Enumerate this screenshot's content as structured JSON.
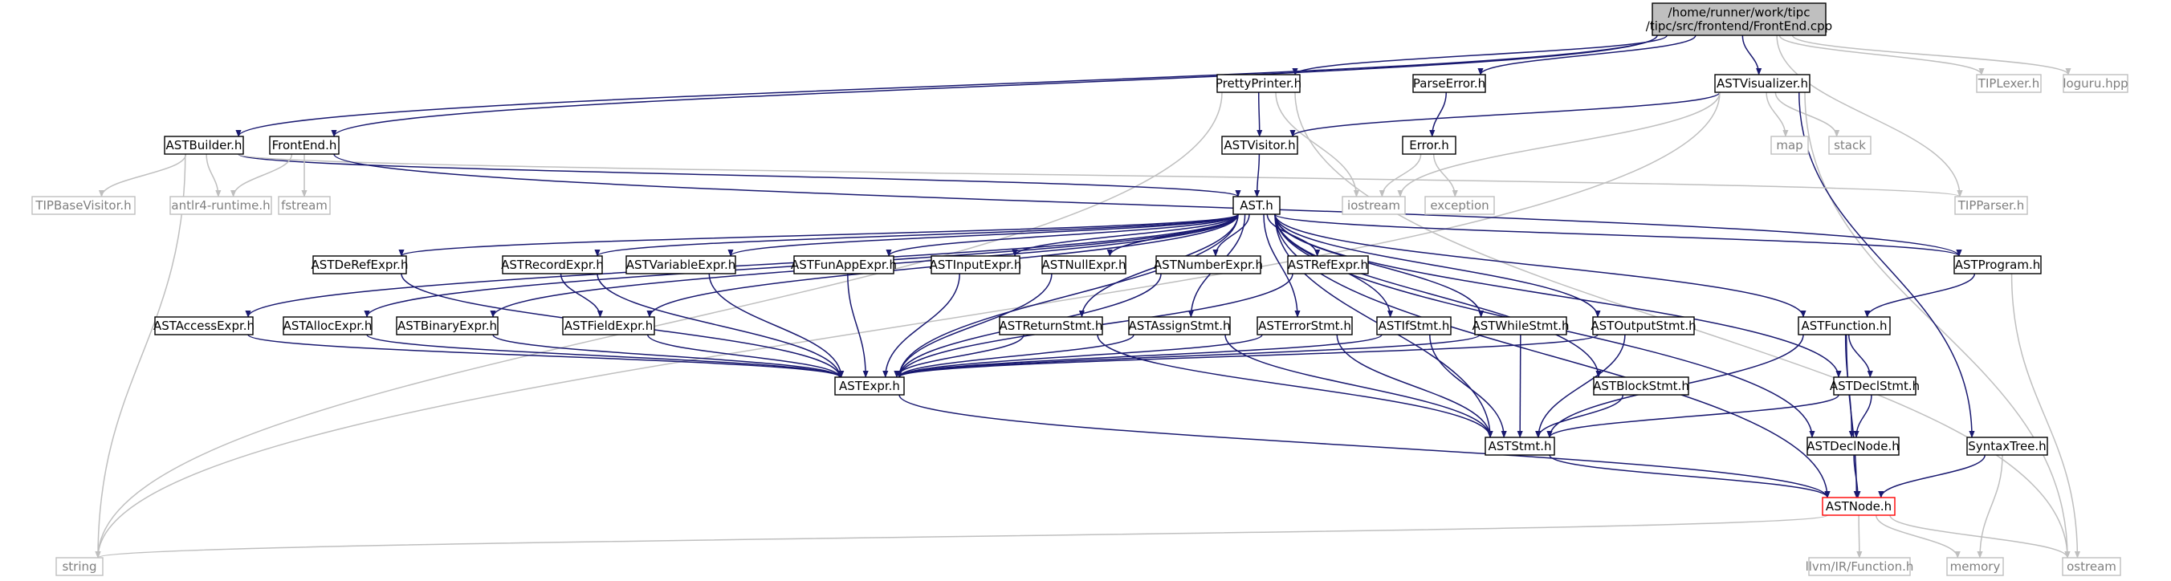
{
  "diagram_data": {
    "type": "include-dependency-graph",
    "colors": {
      "root_fill": "#bfbfbf",
      "node_border": "#000000",
      "external_border": "#bfbfbf",
      "external_text": "#7f7f7f",
      "incomplete_border": "#ff0000",
      "edge": "#191970",
      "external_edge": "#bfbfbf"
    },
    "nodes": [
      {
        "id": "frontend_cpp",
        "label_lines": [
          "/home/runner/work/tipc",
          "/tipc/src/frontend/FrontEnd.cpp"
        ],
        "style": "root"
      },
      {
        "id": "prettyprinter_h",
        "label_lines": [
          "PrettyPrinter.h"
        ],
        "style": "normal"
      },
      {
        "id": "parseerror_h",
        "label_lines": [
          "ParseError.h"
        ],
        "style": "normal"
      },
      {
        "id": "astvisualizer_h",
        "label_lines": [
          "ASTVisualizer.h"
        ],
        "style": "normal"
      },
      {
        "id": "tiplexer_h",
        "label_lines": [
          "TIPLexer.h"
        ],
        "style": "external"
      },
      {
        "id": "loguru_hpp",
        "label_lines": [
          "loguru.hpp"
        ],
        "style": "external"
      },
      {
        "id": "astbuilder_h",
        "label_lines": [
          "ASTBuilder.h"
        ],
        "style": "normal"
      },
      {
        "id": "frontend_h",
        "label_lines": [
          "FrontEnd.h"
        ],
        "style": "normal"
      },
      {
        "id": "astvisitor_h",
        "label_lines": [
          "ASTVisitor.h"
        ],
        "style": "normal"
      },
      {
        "id": "error_h",
        "label_lines": [
          "Error.h"
        ],
        "style": "normal"
      },
      {
        "id": "map",
        "label_lines": [
          "map"
        ],
        "style": "external"
      },
      {
        "id": "stack",
        "label_lines": [
          "stack"
        ],
        "style": "external"
      },
      {
        "id": "tipbasevisitor_h",
        "label_lines": [
          "TIPBaseVisitor.h"
        ],
        "style": "external"
      },
      {
        "id": "antlr4_runtime_h",
        "label_lines": [
          "antlr4-runtime.h"
        ],
        "style": "external"
      },
      {
        "id": "fstream",
        "label_lines": [
          "fstream"
        ],
        "style": "external"
      },
      {
        "id": "iostream",
        "label_lines": [
          "iostream"
        ],
        "style": "external"
      },
      {
        "id": "exception",
        "label_lines": [
          "exception"
        ],
        "style": "external"
      },
      {
        "id": "tipparser_h",
        "label_lines": [
          "TIPParser.h"
        ],
        "style": "external"
      },
      {
        "id": "ast_h",
        "label_lines": [
          "AST.h"
        ],
        "style": "normal"
      },
      {
        "id": "astdereferexpr_h",
        "label_lines": [
          "ASTDeRefExpr.h"
        ],
        "style": "normal"
      },
      {
        "id": "astrecordexpr_h",
        "label_lines": [
          "ASTRecordExpr.h"
        ],
        "style": "normal"
      },
      {
        "id": "astvariableexpr_h",
        "label_lines": [
          "ASTVariableExpr.h"
        ],
        "style": "normal"
      },
      {
        "id": "astfunappexpr_h",
        "label_lines": [
          "ASTFunAppExpr.h"
        ],
        "style": "normal"
      },
      {
        "id": "astinputexpr_h",
        "label_lines": [
          "ASTInputExpr.h"
        ],
        "style": "normal"
      },
      {
        "id": "astnullexpr_h",
        "label_lines": [
          "ASTNullExpr.h"
        ],
        "style": "normal"
      },
      {
        "id": "astnumberexpr_h",
        "label_lines": [
          "ASTNumberExpr.h"
        ],
        "style": "normal"
      },
      {
        "id": "astrefexpr_h",
        "label_lines": [
          "ASTRefExpr.h"
        ],
        "style": "normal"
      },
      {
        "id": "astprogram_h",
        "label_lines": [
          "ASTProgram.h"
        ],
        "style": "normal"
      },
      {
        "id": "astaccessexpr_h",
        "label_lines": [
          "ASTAccessExpr.h"
        ],
        "style": "normal"
      },
      {
        "id": "astallocexpr_h",
        "label_lines": [
          "ASTAllocExpr.h"
        ],
        "style": "normal"
      },
      {
        "id": "astbinaryexpr_h",
        "label_lines": [
          "ASTBinaryExpr.h"
        ],
        "style": "normal"
      },
      {
        "id": "astfieldexpr_h",
        "label_lines": [
          "ASTFieldExpr.h"
        ],
        "style": "normal"
      },
      {
        "id": "astreturnstmt_h",
        "label_lines": [
          "ASTReturnStmt.h"
        ],
        "style": "normal"
      },
      {
        "id": "astassignstmt_h",
        "label_lines": [
          "ASTAssignStmt.h"
        ],
        "style": "normal"
      },
      {
        "id": "asterrorstmt_h",
        "label_lines": [
          "ASTErrorStmt.h"
        ],
        "style": "normal"
      },
      {
        "id": "astifstmt_h",
        "label_lines": [
          "ASTIfStmt.h"
        ],
        "style": "normal"
      },
      {
        "id": "astwhilestmt_h",
        "label_lines": [
          "ASTWhileStmt.h"
        ],
        "style": "normal"
      },
      {
        "id": "astoutputstmt_h",
        "label_lines": [
          "ASTOutputStmt.h"
        ],
        "style": "normal"
      },
      {
        "id": "astfunction_h",
        "label_lines": [
          "ASTFunction.h"
        ],
        "style": "normal"
      },
      {
        "id": "astexpr_h",
        "label_lines": [
          "ASTExpr.h"
        ],
        "style": "normal"
      },
      {
        "id": "astdeclstmt_h",
        "label_lines": [
          "ASTDeclStmt.h"
        ],
        "style": "normal"
      },
      {
        "id": "astblockstmt_h",
        "label_lines": [
          "ASTBlockStmt.h"
        ],
        "style": "normal"
      },
      {
        "id": "aststmt_h",
        "label_lines": [
          "ASTStmt.h"
        ],
        "style": "normal"
      },
      {
        "id": "astdeclnode_h",
        "label_lines": [
          "ASTDeclNode.h"
        ],
        "style": "normal"
      },
      {
        "id": "syntaxtree_h",
        "label_lines": [
          "SyntaxTree.h"
        ],
        "style": "normal"
      },
      {
        "id": "astnode_h",
        "label_lines": [
          "ASTNode.h"
        ],
        "style": "incomplete"
      },
      {
        "id": "string",
        "label_lines": [
          "string"
        ],
        "style": "external"
      },
      {
        "id": "llvm_function_h",
        "label_lines": [
          "llvm/IR/Function.h"
        ],
        "style": "external"
      },
      {
        "id": "memory",
        "label_lines": [
          "memory"
        ],
        "style": "external"
      },
      {
        "id": "ostream",
        "label_lines": [
          "ostream"
        ],
        "style": "external"
      }
    ],
    "edges": [
      [
        "frontend_cpp",
        "prettyprinter_h"
      ],
      [
        "frontend_cpp",
        "parseerror_h"
      ],
      [
        "frontend_cpp",
        "astvisualizer_h"
      ],
      [
        "frontend_cpp",
        "tiplexer_h"
      ],
      [
        "frontend_cpp",
        "loguru_hpp"
      ],
      [
        "frontend_cpp",
        "astbuilder_h"
      ],
      [
        "frontend_cpp",
        "frontend_h"
      ],
      [
        "frontend_cpp",
        "tipparser_h"
      ],
      [
        "prettyprinter_h",
        "astvisitor_h"
      ],
      [
        "prettyprinter_h",
        "iostream"
      ],
      [
        "prettyprinter_h",
        "string"
      ],
      [
        "prettyprinter_h",
        "ostream"
      ],
      [
        "parseerror_h",
        "error_h"
      ],
      [
        "astvisualizer_h",
        "astvisitor_h"
      ],
      [
        "astvisualizer_h",
        "map"
      ],
      [
        "astvisualizer_h",
        "stack"
      ],
      [
        "astvisualizer_h",
        "iostream"
      ],
      [
        "astvisualizer_h",
        "string"
      ],
      [
        "astvisualizer_h",
        "ostream"
      ],
      [
        "astvisualizer_h",
        "syntaxtree_h"
      ],
      [
        "astbuilder_h",
        "tipbasevisitor_h"
      ],
      [
        "astbuilder_h",
        "antlr4_runtime_h"
      ],
      [
        "astbuilder_h",
        "string"
      ],
      [
        "astbuilder_h",
        "ast_h"
      ],
      [
        "astbuilder_h",
        "tipparser_h"
      ],
      [
        "frontend_h",
        "antlr4_runtime_h"
      ],
      [
        "frontend_h",
        "fstream"
      ],
      [
        "frontend_h",
        "astprogram_h"
      ],
      [
        "astvisitor_h",
        "ast_h"
      ],
      [
        "error_h",
        "iostream"
      ],
      [
        "error_h",
        "exception"
      ],
      [
        "ast_h",
        "astdereferexpr_h"
      ],
      [
        "ast_h",
        "astrecordexpr_h"
      ],
      [
        "ast_h",
        "astvariableexpr_h"
      ],
      [
        "ast_h",
        "astfunappexpr_h"
      ],
      [
        "ast_h",
        "astinputexpr_h"
      ],
      [
        "ast_h",
        "astnullexpr_h"
      ],
      [
        "ast_h",
        "astnumberexpr_h"
      ],
      [
        "ast_h",
        "astrefexpr_h"
      ],
      [
        "ast_h",
        "astprogram_h"
      ],
      [
        "ast_h",
        "astaccessexpr_h"
      ],
      [
        "ast_h",
        "astallocexpr_h"
      ],
      [
        "ast_h",
        "astbinaryexpr_h"
      ],
      [
        "ast_h",
        "astfieldexpr_h"
      ],
      [
        "ast_h",
        "astreturnstmt_h"
      ],
      [
        "ast_h",
        "astassignstmt_h"
      ],
      [
        "ast_h",
        "asterrorstmt_h"
      ],
      [
        "ast_h",
        "astifstmt_h"
      ],
      [
        "ast_h",
        "astwhilestmt_h"
      ],
      [
        "ast_h",
        "astoutputstmt_h"
      ],
      [
        "ast_h",
        "astfunction_h"
      ],
      [
        "ast_h",
        "astexpr_h"
      ],
      [
        "ast_h",
        "astdeclstmt_h"
      ],
      [
        "ast_h",
        "astblockstmt_h"
      ],
      [
        "ast_h",
        "aststmt_h"
      ],
      [
        "ast_h",
        "astdeclnode_h"
      ],
      [
        "ast_h",
        "astnode_h"
      ],
      [
        "astdereferexpr_h",
        "astexpr_h"
      ],
      [
        "astrecordexpr_h",
        "astfieldexpr_h"
      ],
      [
        "astrecordexpr_h",
        "astexpr_h"
      ],
      [
        "astvariableexpr_h",
        "astexpr_h"
      ],
      [
        "astfunappexpr_h",
        "astexpr_h"
      ],
      [
        "astinputexpr_h",
        "astexpr_h"
      ],
      [
        "astnullexpr_h",
        "astexpr_h"
      ],
      [
        "astnumberexpr_h",
        "astexpr_h"
      ],
      [
        "astrefexpr_h",
        "astexpr_h"
      ],
      [
        "astprogram_h",
        "astfunction_h"
      ],
      [
        "astprogram_h",
        "ostream"
      ],
      [
        "astaccessexpr_h",
        "astexpr_h"
      ],
      [
        "astallocexpr_h",
        "astexpr_h"
      ],
      [
        "astbinaryexpr_h",
        "astexpr_h"
      ],
      [
        "astfieldexpr_h",
        "astexpr_h"
      ],
      [
        "astreturnstmt_h",
        "astexpr_h"
      ],
      [
        "astreturnstmt_h",
        "aststmt_h"
      ],
      [
        "astassignstmt_h",
        "astexpr_h"
      ],
      [
        "astassignstmt_h",
        "aststmt_h"
      ],
      [
        "asterrorstmt_h",
        "astexpr_h"
      ],
      [
        "asterrorstmt_h",
        "aststmt_h"
      ],
      [
        "astifstmt_h",
        "astexpr_h"
      ],
      [
        "astifstmt_h",
        "aststmt_h"
      ],
      [
        "astwhilestmt_h",
        "astexpr_h"
      ],
      [
        "astwhilestmt_h",
        "aststmt_h"
      ],
      [
        "astoutputstmt_h",
        "astexpr_h"
      ],
      [
        "astoutputstmt_h",
        "aststmt_h"
      ],
      [
        "astfunction_h",
        "astdeclstmt_h"
      ],
      [
        "astfunction_h",
        "astdeclnode_h"
      ],
      [
        "astfunction_h",
        "aststmt_h"
      ],
      [
        "astfunction_h",
        "astnode_h"
      ],
      [
        "astexpr_h",
        "astnode_h"
      ],
      [
        "astdeclstmt_h",
        "astdeclnode_h"
      ],
      [
        "astdeclstmt_h",
        "aststmt_h"
      ],
      [
        "astblockstmt_h",
        "aststmt_h"
      ],
      [
        "aststmt_h",
        "astnode_h"
      ],
      [
        "astdeclnode_h",
        "astnode_h"
      ],
      [
        "syntaxtree_h",
        "astnode_h"
      ],
      [
        "syntaxtree_h",
        "memory"
      ],
      [
        "astnode_h",
        "string"
      ],
      [
        "astnode_h",
        "llvm_function_h"
      ],
      [
        "astnode_h",
        "memory"
      ],
      [
        "astnode_h",
        "ostream"
      ]
    ]
  }
}
